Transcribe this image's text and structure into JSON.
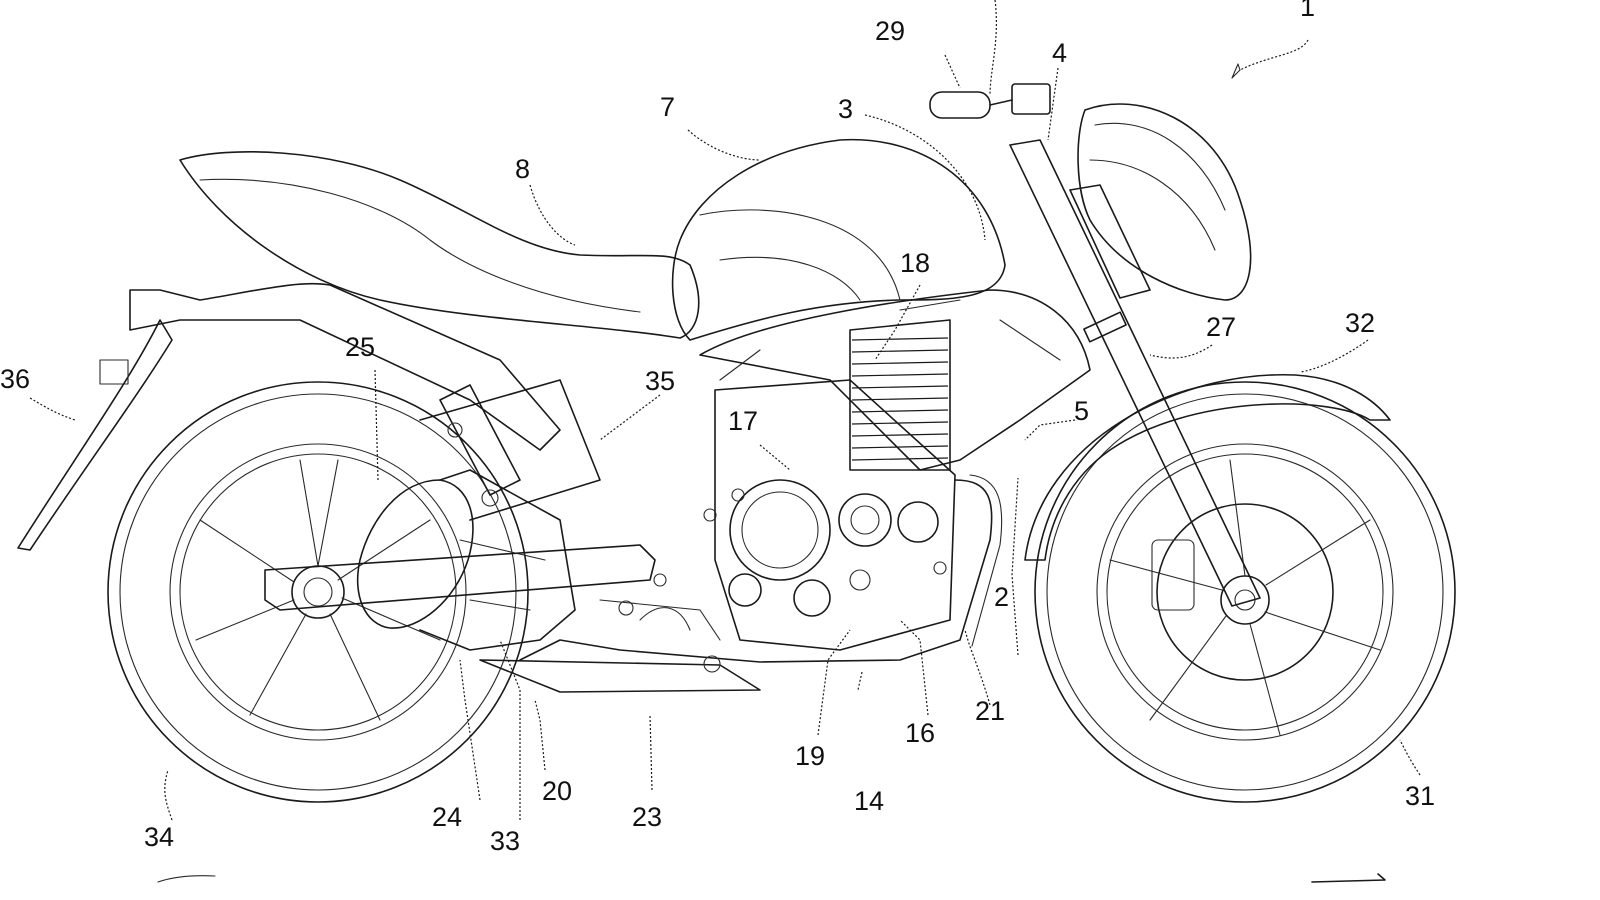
{
  "figure": {
    "reference_numerals": [
      "1",
      "2",
      "3",
      "4",
      "5",
      "7",
      "8",
      "14",
      "16",
      "17",
      "18",
      "19",
      "20",
      "21",
      "23",
      "24",
      "25",
      "27",
      "29",
      "31",
      "32",
      "33",
      "34",
      "35",
      "36"
    ]
  }
}
